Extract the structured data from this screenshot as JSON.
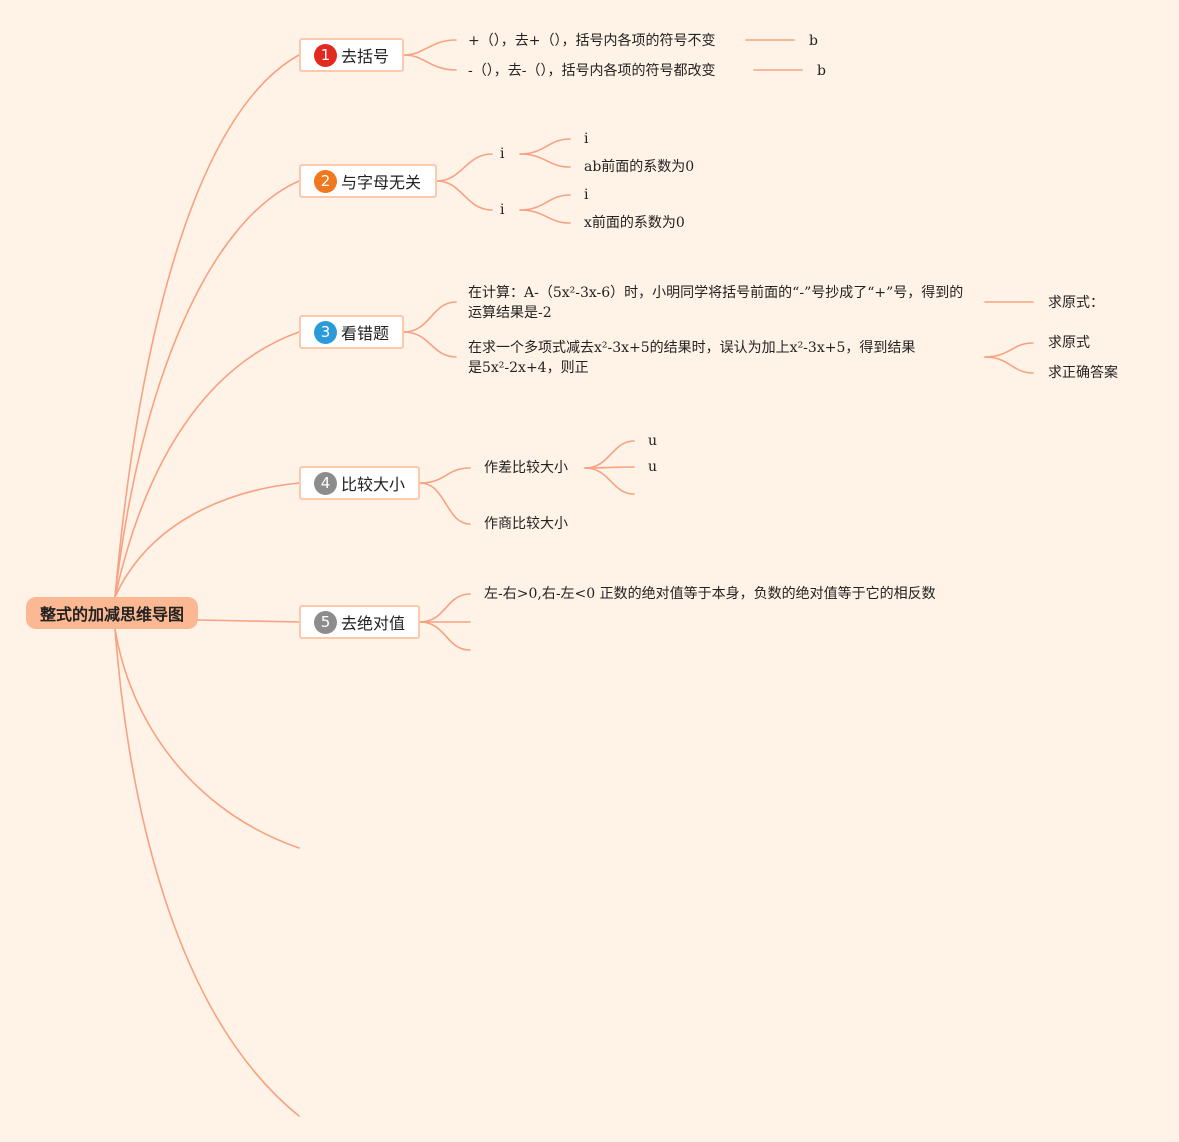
{
  "colors": {
    "line": "#f7a282",
    "background": "#fff2e6",
    "root_fill": "#fcb892",
    "node_border": "#fcc9ac"
  },
  "root": {
    "label": "整式的加减思维导图"
  },
  "branches": [
    {
      "num": "1",
      "label": "去括号",
      "badge_color": "#e3291e"
    },
    {
      "num": "2",
      "label": "与字母无关",
      "badge_color": "#f0781e"
    },
    {
      "num": "3",
      "label": "看错题",
      "badge_color": "#2c9ad8"
    },
    {
      "num": "4",
      "label": "比较大小",
      "badge_color": "#8c8c8c"
    },
    {
      "num": "5",
      "label": "去绝对值",
      "badge_color": "#8c8c8c"
    }
  ],
  "b1": {
    "rule1": "+（），去+（），括号内各项的符号不变",
    "rule1_note": "b",
    "rule2": "-（），去-（），括号内各项的符号都改变",
    "rule2_note": "b"
  },
  "b2": {
    "g1": {
      "label": "i",
      "c1": "i",
      "c2": "ab前面的系数为0"
    },
    "g2": {
      "label": "i",
      "c1": "i",
      "c2": "x前面的系数为0"
    }
  },
  "b3": {
    "q1": "在计算：A-（5x²-3x-6）时，小明同学将括号前面的“-”号抄成了“+”号，得到的运算结果是-2",
    "q1_ans": "求原式：",
    "q2": "在求一个多项式减去x²-3x+5的结果时，误认为加上x²-3x+5，得到结果是5x²-2x+4，则正",
    "q2_ans1": "求原式",
    "q2_ans2": "求正确答案"
  },
  "b4": {
    "m1": "作差比较大小",
    "m1_c1": "u",
    "m1_c2": "u",
    "m2": "作商比较大小"
  },
  "b5": {
    "r1": "左-右>0,右-左<0 正数的绝对值等于本身，负数的绝对值等于它的相反数"
  }
}
